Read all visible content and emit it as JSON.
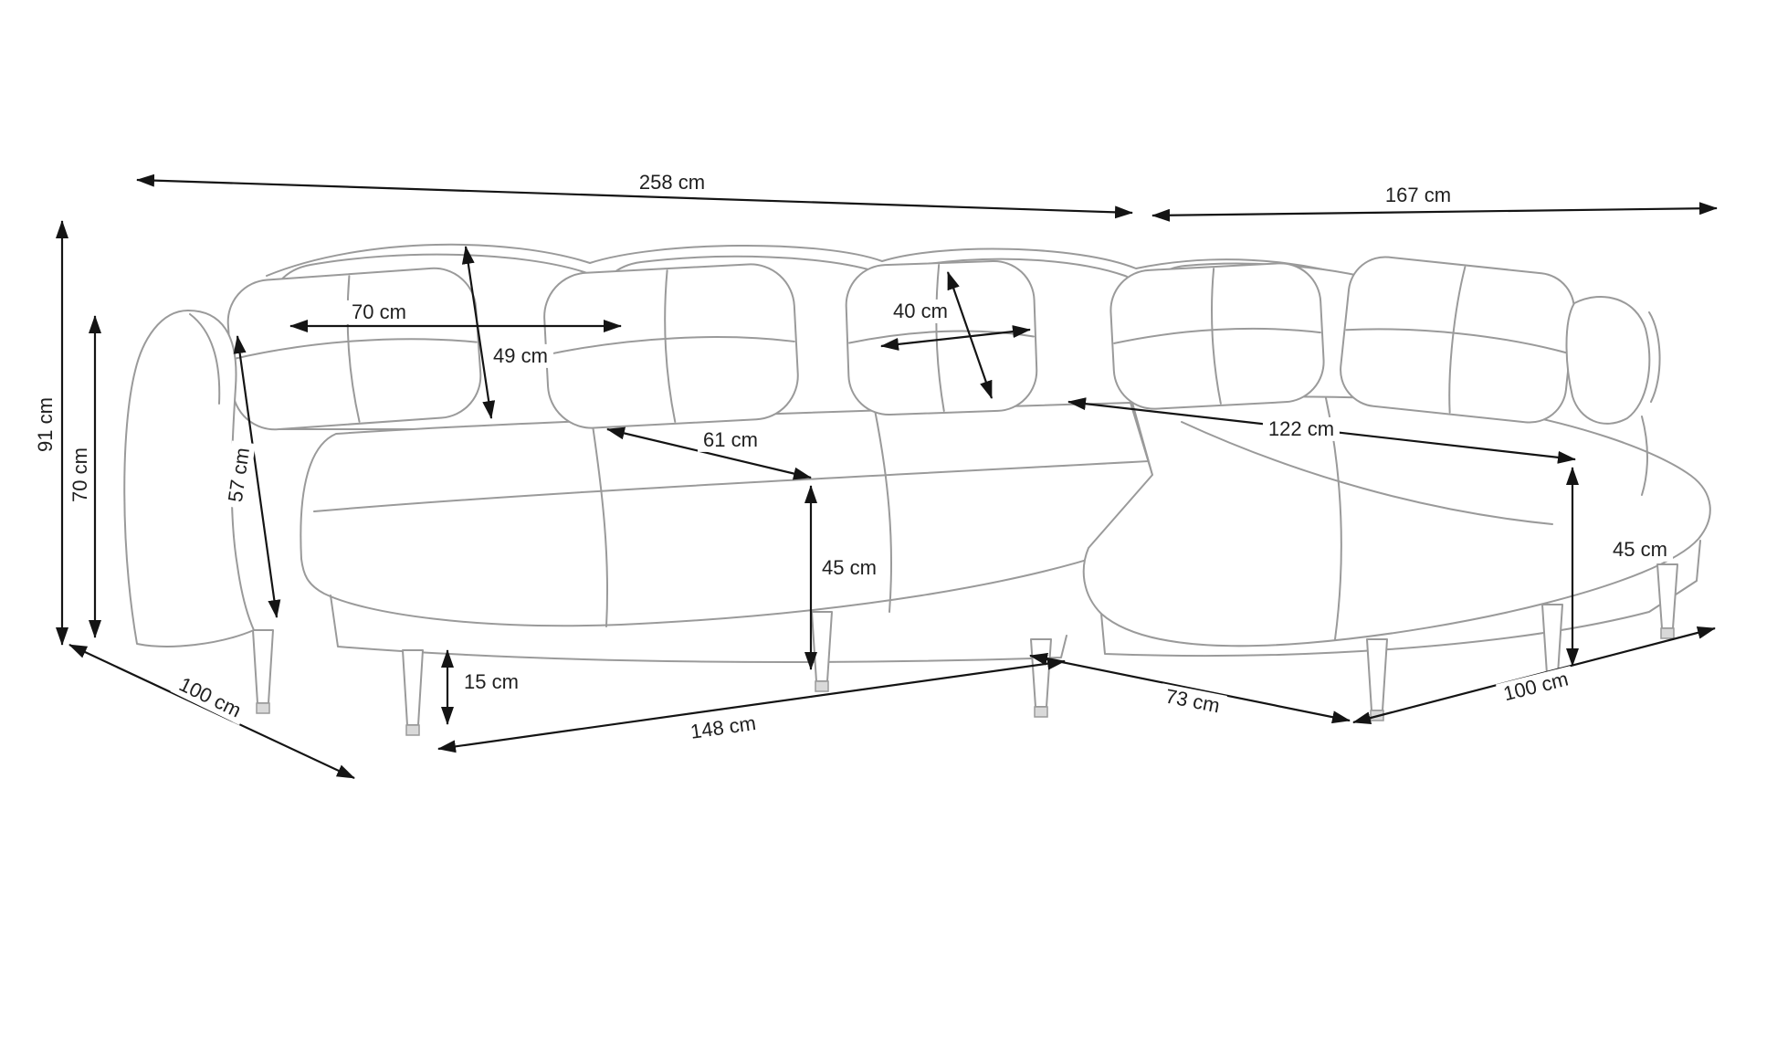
{
  "diagram": {
    "name": "corner-sofa-dimension-drawing",
    "unit": "cm",
    "line_color": "#9a9a9a",
    "arrow_color": "#141414",
    "dims": {
      "d258": "258 cm",
      "d167": "167 cm",
      "d91": "91 cm",
      "d70_left": "70 cm",
      "d70_top": "70 cm",
      "d49": "49 cm",
      "d40": "40 cm",
      "d57": "57 cm",
      "d61": "61 cm",
      "d122": "122 cm",
      "d45_left": "45 cm",
      "d45_right": "45 cm",
      "d15": "15 cm",
      "d148": "148 cm",
      "d73": "73 cm",
      "d100_left": "100 cm",
      "d100_right": "100 cm"
    }
  }
}
